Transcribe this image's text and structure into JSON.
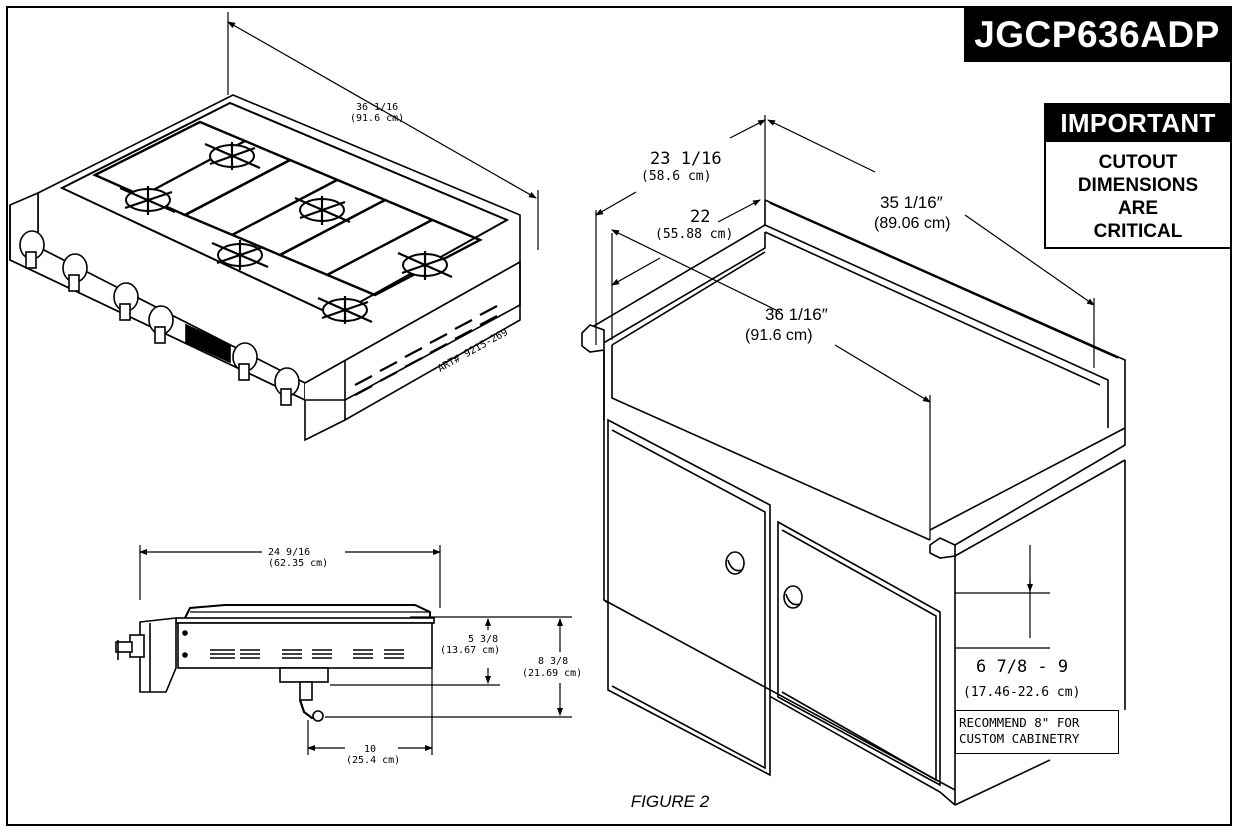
{
  "model_number": "JGCP636ADP",
  "important": {
    "heading": "IMPORTANT",
    "lines": [
      "CUTOUT",
      "DIMENSIONS",
      "ARE",
      "CRITICAL"
    ]
  },
  "cooktop_top": {
    "width": "36 1/16",
    "width_cm": "(91.6 cm)",
    "art_number": "ART# 9215-269"
  },
  "cooktop_side": {
    "depth": "24 9/16",
    "depth_cm": "(62.35 cm)",
    "height_a": "5 3/8",
    "height_a_cm": "(13.67 cm)",
    "height_b": "8 3/8",
    "height_b_cm": "(21.69 cm)",
    "gas_offset": "10",
    "gas_offset_cm": "(25.4 cm)"
  },
  "cutout": {
    "depth_overall": "23 1/16",
    "depth_overall_cm": "(58.6 cm)",
    "depth_cutout": "22",
    "depth_cutout_cm": "(55.88 cm)",
    "width_back": "35 1/16″",
    "width_back_cm": "(89.06 cm)",
    "width_front": "36 1/16″",
    "width_front_cm": "(91.6 cm)",
    "clearance": "6 7/8 - 9",
    "clearance_cm": "(17.46-22.6 cm)",
    "note_lines": [
      "RECOMMEND 8\" FOR",
      "CUSTOM CABINETRY"
    ]
  },
  "caption": "FIGURE 2"
}
